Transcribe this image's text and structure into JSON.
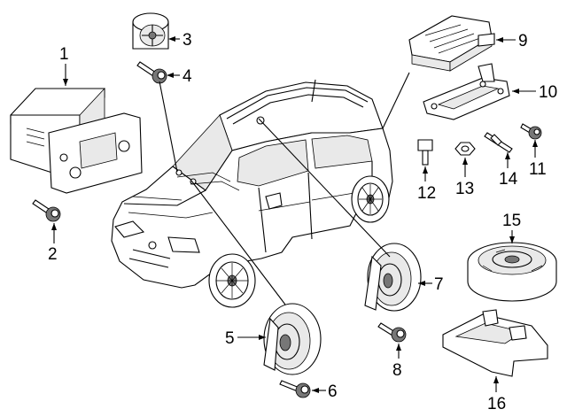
{
  "callouts": [
    {
      "id": "c1",
      "label": "1"
    },
    {
      "id": "c2",
      "label": "2"
    },
    {
      "id": "c3",
      "label": "3"
    },
    {
      "id": "c4",
      "label": "4"
    },
    {
      "id": "c5",
      "label": "5"
    },
    {
      "id": "c6",
      "label": "6"
    },
    {
      "id": "c7",
      "label": "7"
    },
    {
      "id": "c8",
      "label": "8"
    },
    {
      "id": "c9",
      "label": "9"
    },
    {
      "id": "c10",
      "label": "10"
    },
    {
      "id": "c11",
      "label": "11"
    },
    {
      "id": "c12",
      "label": "12"
    },
    {
      "id": "c13",
      "label": "13"
    },
    {
      "id": "c14",
      "label": "14"
    },
    {
      "id": "c15",
      "label": "15"
    },
    {
      "id": "c16",
      "label": "16"
    }
  ],
  "parts": {
    "radio_unit": "radio-head-unit",
    "screw_2": "mounting-screw",
    "tweeter": "tweeter-speaker",
    "screw_4": "tweeter-screw",
    "door_speaker_front": "front-door-speaker",
    "screw_6": "speaker-screw",
    "door_speaker_rear": "rear-door-speaker",
    "screw_8": "speaker-screw",
    "amplifier": "amplifier-module",
    "bracket": "amplifier-bracket",
    "bolt_11": "bracket-bolt",
    "bolt_12": "bolt",
    "nut_13": "nut",
    "stud_14": "stud",
    "subwoofer": "subwoofer-speaker",
    "sub_bracket": "subwoofer-bracket"
  }
}
